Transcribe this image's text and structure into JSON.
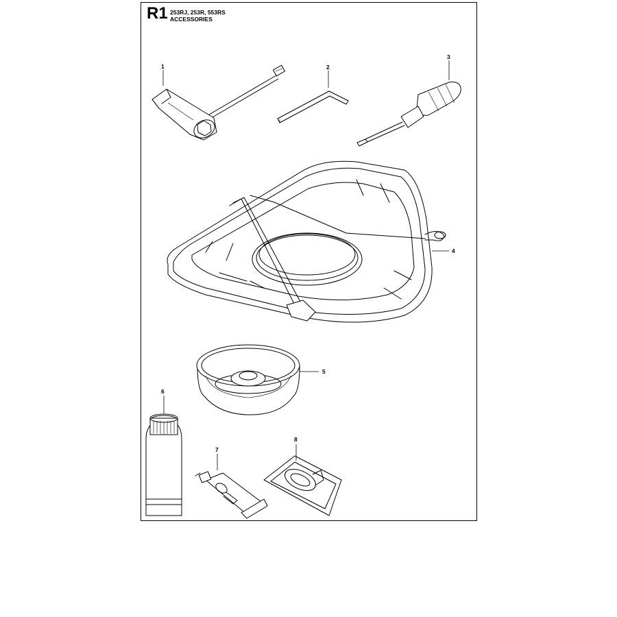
{
  "header": {
    "code": "R1",
    "models": "253RJ, 253R, 553RS",
    "section": "ACCESSORIES"
  },
  "callouts": [
    {
      "id": "1"
    },
    {
      "id": "2"
    },
    {
      "id": "3"
    },
    {
      "id": "4"
    },
    {
      "id": "5"
    },
    {
      "id": "6"
    },
    {
      "id": "7"
    },
    {
      "id": "8"
    }
  ]
}
